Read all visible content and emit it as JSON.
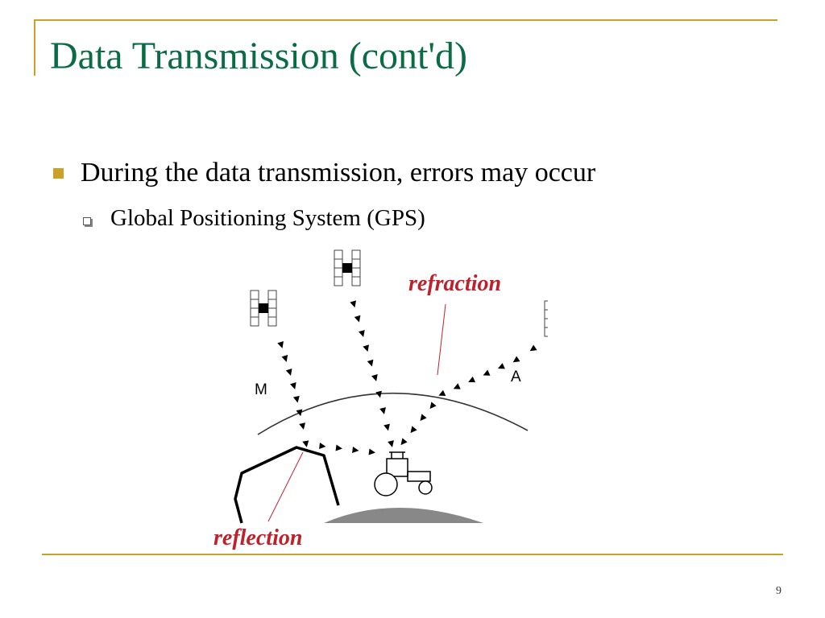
{
  "slide": {
    "title": "Data Transmission (cont'd)",
    "bullets": [
      {
        "text": "During the data transmission, errors may occur"
      },
      {
        "text": "Global Positioning System (GPS)"
      }
    ],
    "diagram": {
      "labels": {
        "refraction": "refraction",
        "reflection": "reflection",
        "multipath": "M",
        "atmospheric": "A"
      }
    },
    "page_number": "9"
  },
  "colors": {
    "title": "#0a6b45",
    "accent": "#c9a227",
    "annotation": "#c0202a"
  },
  "icons": [
    "satellite-icon",
    "tractor-icon",
    "arrow-icon"
  ]
}
